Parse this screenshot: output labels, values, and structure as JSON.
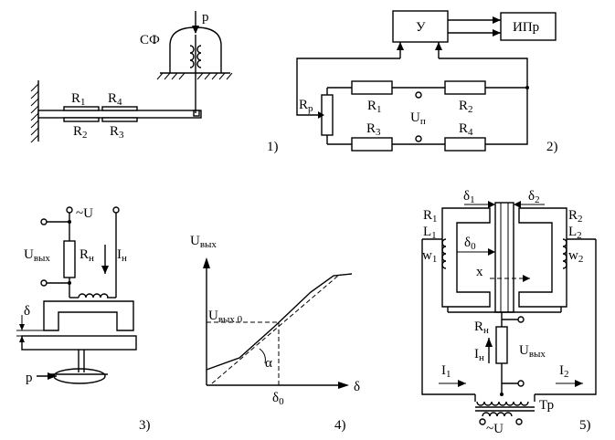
{
  "fig1": {
    "sf": "СФ",
    "p": "p",
    "r1": "R",
    "r1s": "1",
    "r4": "R",
    "r4s": "4",
    "r2": "R",
    "r2s": "2",
    "r3": "R",
    "r3s": "3",
    "num": "1)"
  },
  "fig2": {
    "amp": "У",
    "ipr": "ИПр",
    "rp": "R",
    "rps": "р",
    "r1": "R",
    "r1s": "1",
    "r2": "R",
    "r2s": "2",
    "r3": "R",
    "r3s": "3",
    "r4": "R",
    "r4s": "4",
    "up": "U",
    "ups": "п",
    "num": "2)"
  },
  "fig3": {
    "u": "~U",
    "uout": "U",
    "uouts": "вых",
    "rn": "R",
    "rns": "н",
    "in": "I",
    "ins": "н",
    "delta": "δ",
    "p": "p",
    "num": "3)"
  },
  "fig4": {
    "yaxis": "U",
    "yaxiss": "вых",
    "u0": "U",
    "u0s": "вых 0",
    "alpha": "α",
    "d0": "δ",
    "d0s": "0",
    "xaxis": "δ",
    "num": "4)"
  },
  "fig5": {
    "d1": "δ",
    "d1s": "1",
    "d2": "δ",
    "d2s": "2",
    "d0": "δ",
    "d0s": "0",
    "r1": "R",
    "r1s": "1",
    "l1": "L",
    "l1s": "1",
    "r2": "R",
    "r2s": "2",
    "l2": "L",
    "l2s": "2",
    "w1": "w",
    "w1s": "1",
    "w2": "w",
    "w2s": "2",
    "x": "x",
    "rn": "R",
    "rns": "н",
    "in": "I",
    "ins": "н",
    "uout": "U",
    "uouts": "вых",
    "i1": "I",
    "i1s": "1",
    "i2": "I",
    "i2s": "2",
    "tr": "Тр",
    "u": "~U",
    "num": "5)"
  }
}
